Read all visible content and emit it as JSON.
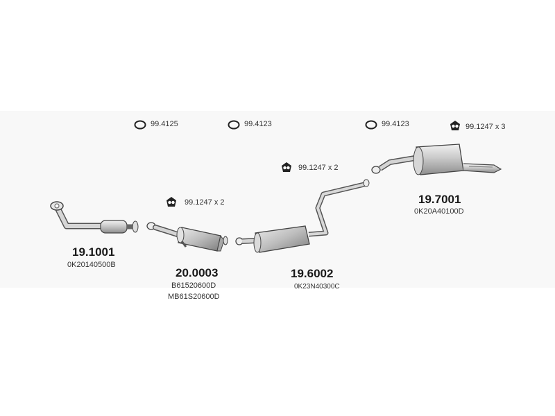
{
  "accessories": [
    {
      "id": "oring_1",
      "icon": "o-ring-icon",
      "label": "99.4125"
    },
    {
      "id": "oring_2",
      "icon": "o-ring-icon",
      "label": "99.4123"
    },
    {
      "id": "oring_3",
      "icon": "o-ring-icon",
      "label": "99.4123"
    },
    {
      "id": "hanger_1",
      "icon": "rubber-hanger-icon",
      "label": "99.1247 x 3"
    },
    {
      "id": "hanger_2",
      "icon": "rubber-hanger-icon",
      "label": "99.1247 x 2"
    },
    {
      "id": "hanger_3",
      "icon": "rubber-hanger-icon",
      "label": "99.1247 x 2"
    }
  ],
  "parts": [
    {
      "id": "front_pipe",
      "part_number": "19.1001",
      "oe_numbers": [
        "0K20140500B"
      ]
    },
    {
      "id": "catalytic_converter",
      "part_number": "20.0003",
      "oe_numbers": [
        "B61520600D",
        "MB61S20600D"
      ]
    },
    {
      "id": "middle_silencer",
      "part_number": "19.6002",
      "oe_numbers": [
        "0K23N40300C"
      ]
    },
    {
      "id": "rear_silencer",
      "part_number": "19.7001",
      "oe_numbers": [
        "0K20A40100D"
      ]
    }
  ]
}
